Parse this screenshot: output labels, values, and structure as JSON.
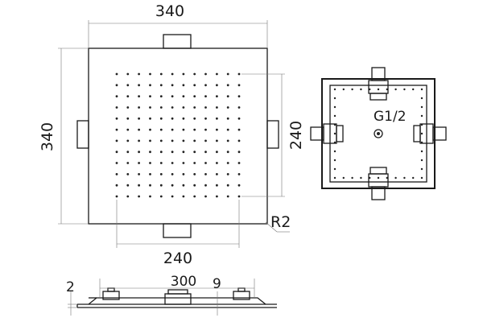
{
  "front_view": {
    "overall_width": "340",
    "overall_height": "340",
    "nozzle_width": "240",
    "nozzle_height": "240",
    "corner_radius": "R2"
  },
  "back_view": {
    "thread": "G1/2"
  },
  "side_view": {
    "thickness": "2",
    "span": "300",
    "offset": "9"
  }
}
